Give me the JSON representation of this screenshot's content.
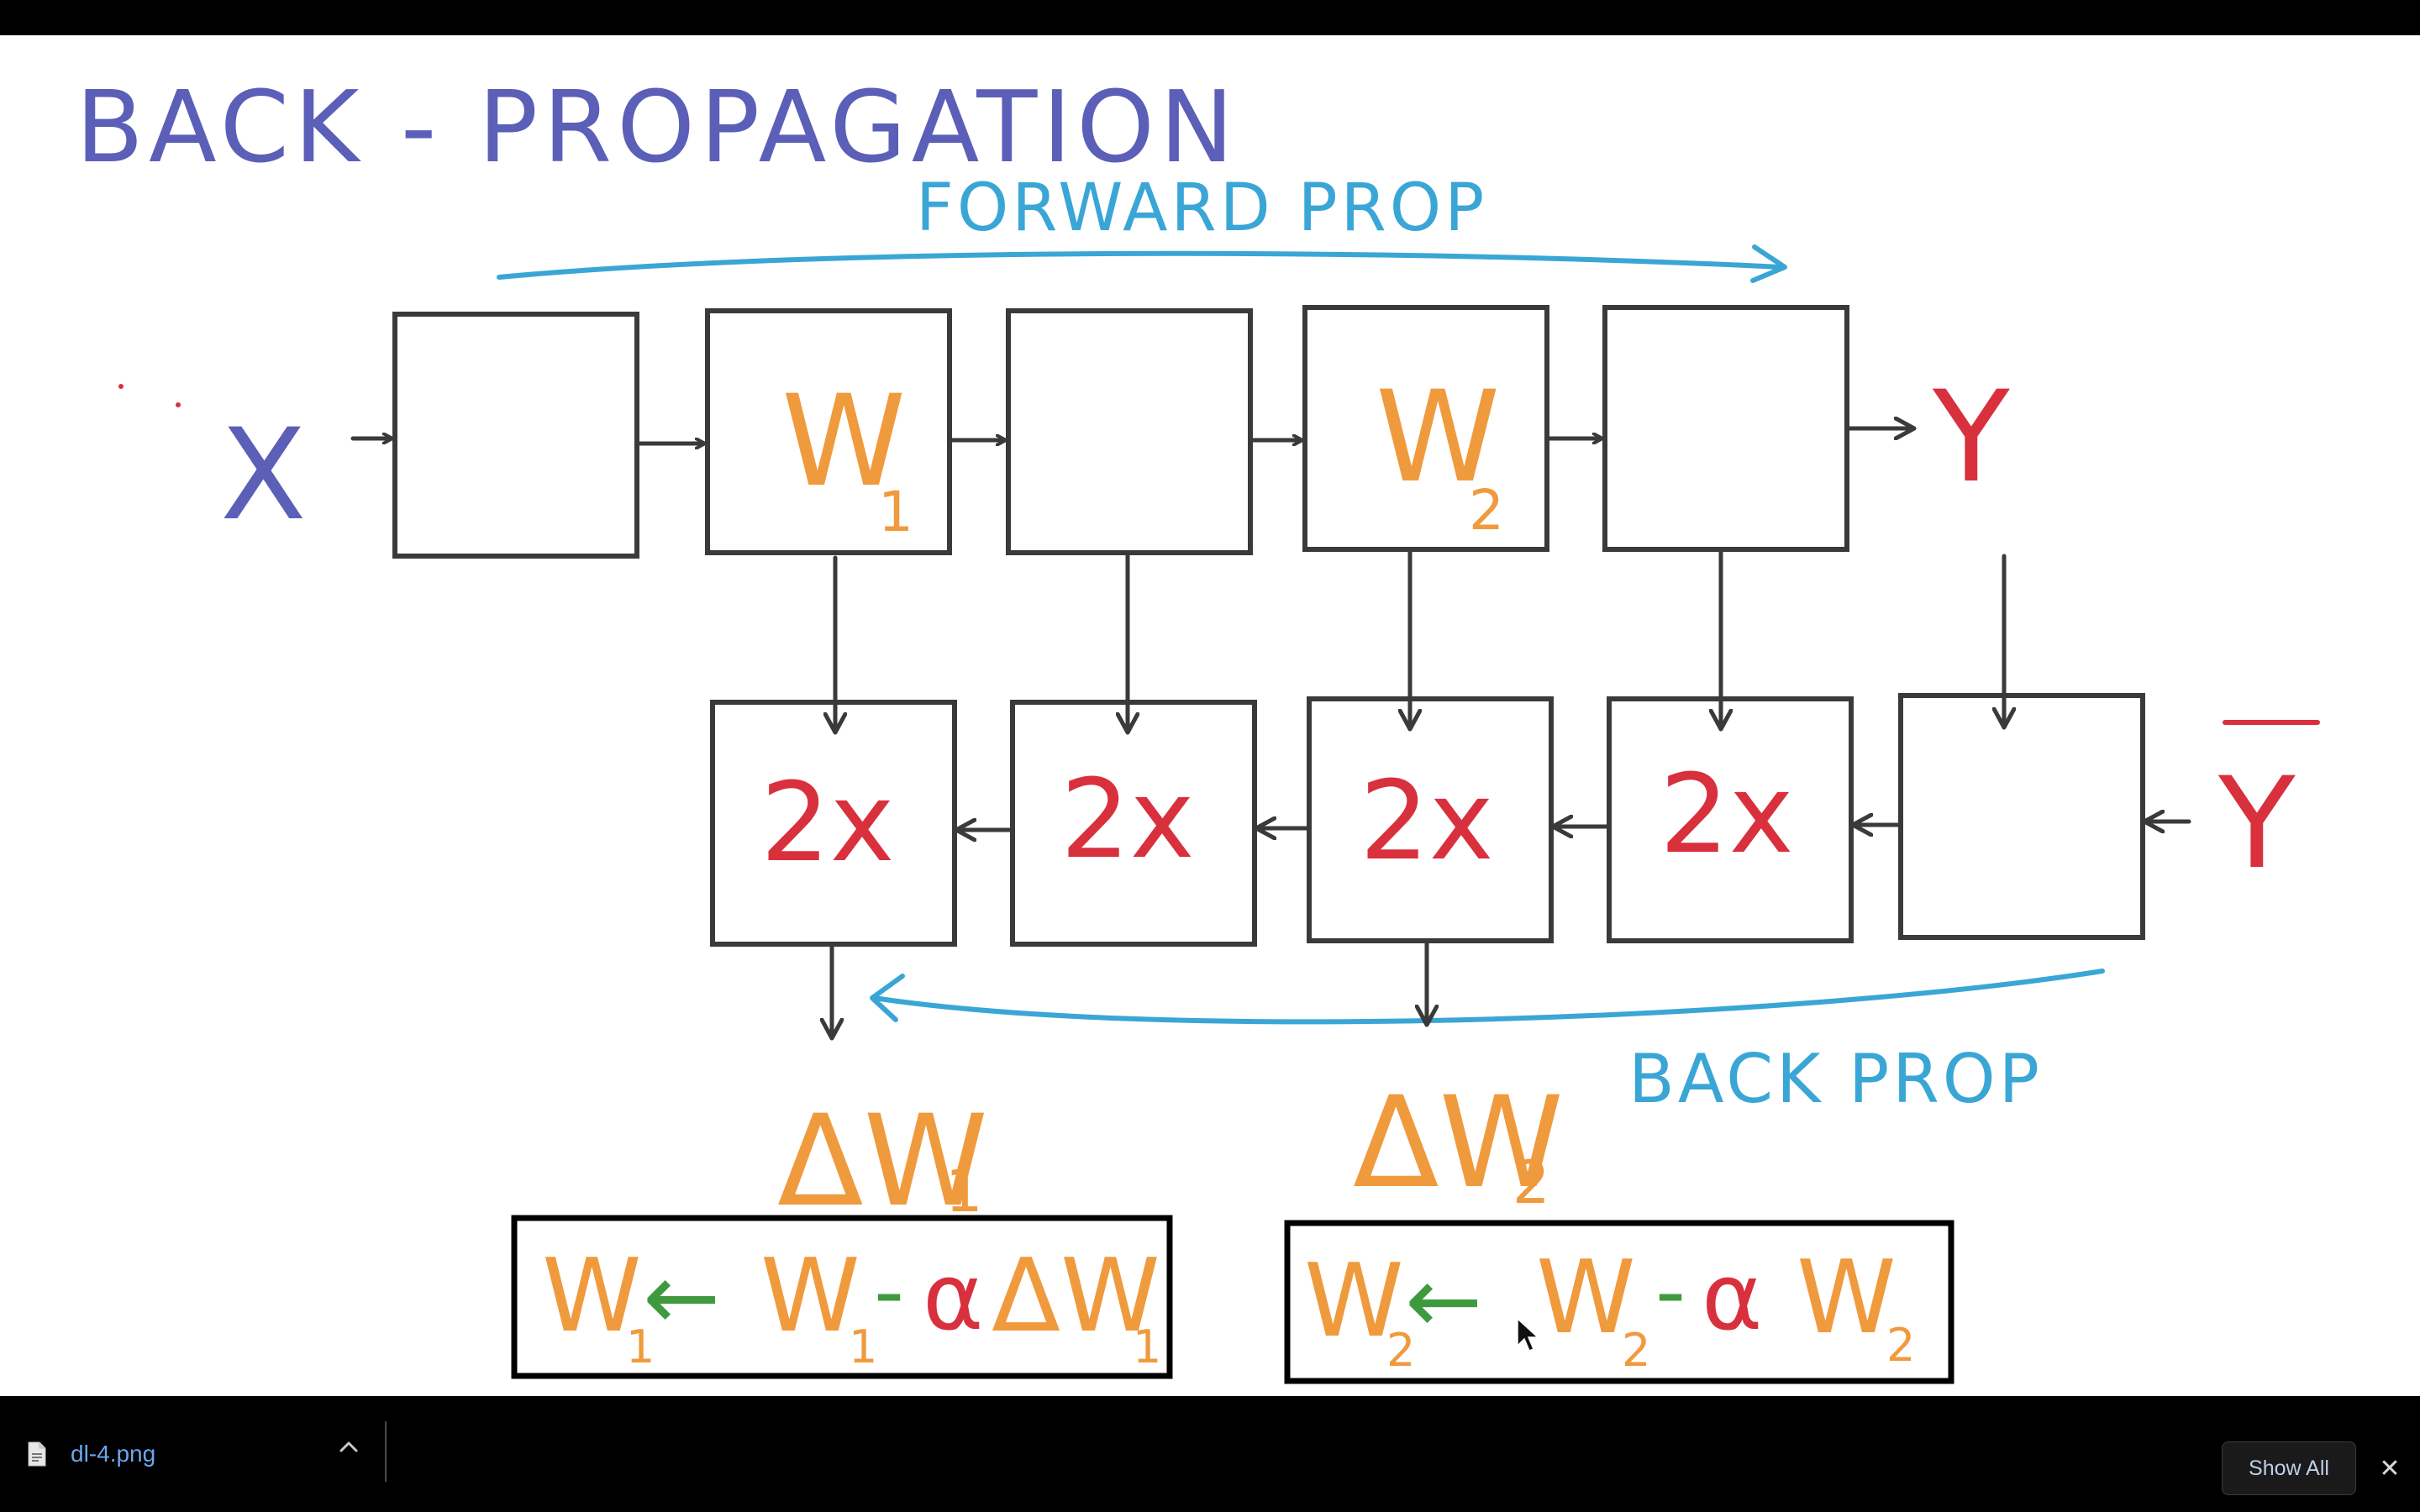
{
  "diagram": {
    "title": "BACK - PROPAGATION",
    "forward_label": "FORWARD PROP",
    "back_label": "BACK PROP",
    "input_label": "X",
    "output_label": "Y",
    "target_label": "Y",
    "top_boxes": [
      "",
      "W",
      "",
      "W",
      ""
    ],
    "top_box_subs": [
      "",
      "1",
      "",
      "2",
      ""
    ],
    "bottom_boxes": [
      "2x",
      "2x",
      "2x",
      "2x",
      ""
    ],
    "delta_w1": "ΔW",
    "delta_w1_sub": "1",
    "delta_w2": "ΔW",
    "delta_w2_sub": "2",
    "update1": {
      "lhs": "W",
      "lhs_sub": "1",
      "arrow": "←",
      "rhs_w": "W",
      "rhs_w_sub": "1",
      "minus": "-",
      "alpha": "α",
      "rhs_delta": "ΔW",
      "rhs_delta_sub": "1"
    },
    "update2": {
      "lhs": "W",
      "lhs_sub": "2",
      "arrow": "←",
      "rhs_w": "W",
      "rhs_w_sub": "2",
      "minus": "-",
      "alpha": "α",
      "rhs_last": "W",
      "rhs_last_sub": "2"
    },
    "colors": {
      "title": "#5b5fb8",
      "blue_arrow": "#3aa6d6",
      "weight": "#f09a3e",
      "red": "#d9303e",
      "green": "#3f9a3f",
      "box": "#3a3a3a"
    }
  },
  "download_bar": {
    "file_name": "dl-4.png",
    "file_icon": "document-icon",
    "chevron": "^",
    "show_all_label": "Show All",
    "close_icon": "✕"
  }
}
